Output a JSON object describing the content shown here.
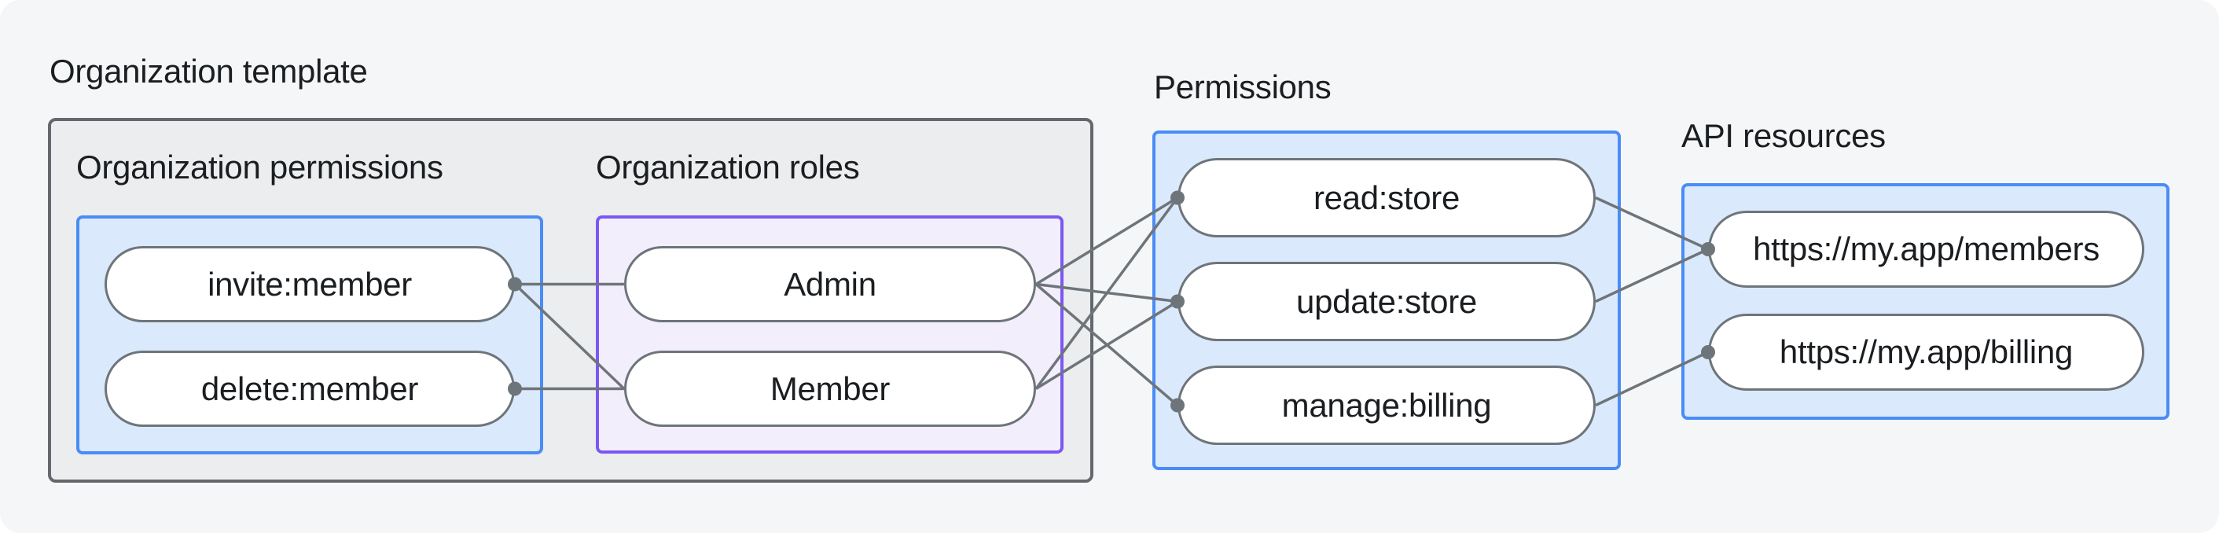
{
  "diagram": {
    "organization_template": {
      "title": "Organization template",
      "organization_permissions": {
        "title": "Organization permissions",
        "items": [
          "invite:member",
          "delete:member"
        ]
      },
      "organization_roles": {
        "title": "Organization roles",
        "items": [
          "Admin",
          "Member"
        ]
      }
    },
    "permissions": {
      "title": "Permissions",
      "items": [
        "read:store",
        "update:store",
        "manage:billing"
      ]
    },
    "api_resources": {
      "title": "API resources",
      "items": [
        "https://my.app/members",
        "https://my.app/billing"
      ]
    },
    "connections": [
      {
        "from": "invite_member",
        "to": "admin",
        "dot": "from"
      },
      {
        "from": "invite_member",
        "to": "member",
        "dot": "from"
      },
      {
        "from": "delete_member",
        "to": "member",
        "dot": "from"
      },
      {
        "from": "admin",
        "to": "read_store",
        "dot": "to"
      },
      {
        "from": "admin",
        "to": "update_store",
        "dot": "to"
      },
      {
        "from": "admin",
        "to": "manage_billing",
        "dot": "to"
      },
      {
        "from": "member",
        "to": "read_store",
        "dot": "to"
      },
      {
        "from": "member",
        "to": "update_store",
        "dot": "to"
      },
      {
        "from": "read_store",
        "to": "members_api",
        "dot": "to"
      },
      {
        "from": "update_store",
        "to": "members_api",
        "dot": "to"
      },
      {
        "from": "manage_billing",
        "to": "billing_api",
        "dot": "to"
      }
    ],
    "colors": {
      "canvas_background": "#f5f6f7",
      "gray_box_fill": "#ecedee",
      "gray_box_border": "#64686c",
      "blue_box_fill": "#dbe9fc",
      "blue_box_border": "#4a8cf7",
      "purple_box_fill": "#f3eefc",
      "purple_box_border": "#7b57f3",
      "pill_fill": "#ffffff",
      "pill_border": "#6e757a",
      "connector": "#6e757a",
      "text": "#1b1e21"
    }
  }
}
